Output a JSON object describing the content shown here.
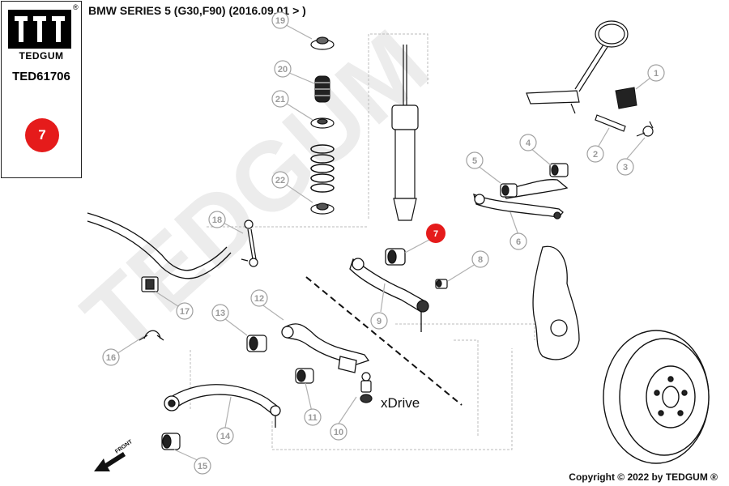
{
  "brand": {
    "name": "TEDGUM",
    "registered": "®"
  },
  "part_number": "TED61706",
  "highlight_badge": "7",
  "vehicle_title": "BMW SERIES 5 (G30,F90)  (2016.09.01 > )",
  "copyright": "Copyright © 2022 by TEDGUM ®",
  "drive_label": "xDrive",
  "front_label": "FRONT",
  "watermark": "TEDGUM",
  "colors": {
    "highlight": "#e51b1b",
    "callout": "#9a9a9a",
    "line": "#111111"
  },
  "callouts": [
    "1",
    "2",
    "3",
    "4",
    "5",
    "6",
    "7",
    "8",
    "9",
    "10",
    "11",
    "12",
    "13",
    "14",
    "15",
    "16",
    "17",
    "18",
    "19",
    "20",
    "21",
    "22"
  ]
}
